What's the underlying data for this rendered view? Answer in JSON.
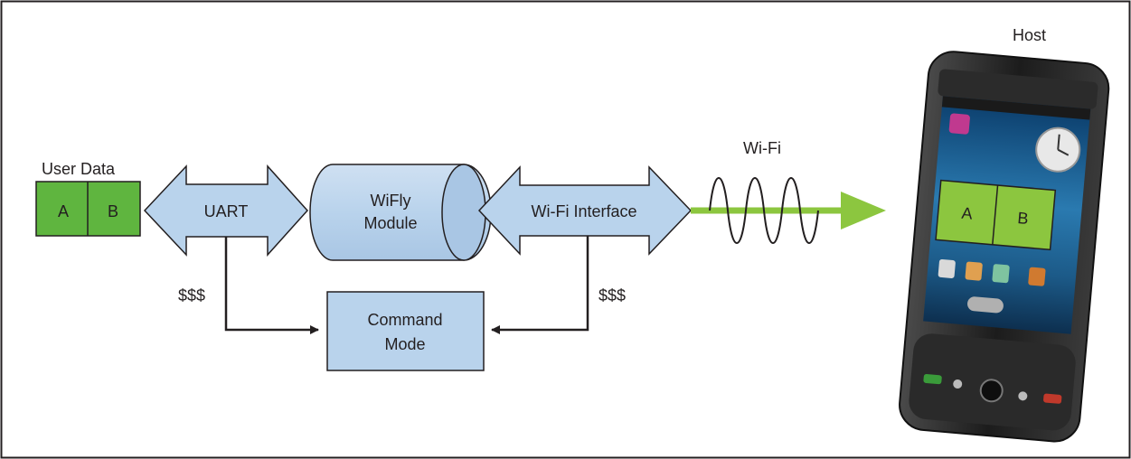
{
  "labels": {
    "host": "Host",
    "user_data": "User Data",
    "packet_a": "A",
    "packet_b": "B",
    "uart": "UART",
    "module_line1": "WiFly",
    "module_line2": "Module",
    "wifi_interface": "Wi-Fi Interface",
    "wifi": "Wi-Fi",
    "escape_left": "$$$",
    "escape_right": "$$$",
    "command_line1": "Command",
    "command_line2": "Mode",
    "screen_a": "A",
    "screen_b": "B"
  },
  "colors": {
    "packet_green": "#5fb53f",
    "block_blue": "#b9d3ec",
    "signal_green": "#8cc63f",
    "outline": "#231f20"
  }
}
